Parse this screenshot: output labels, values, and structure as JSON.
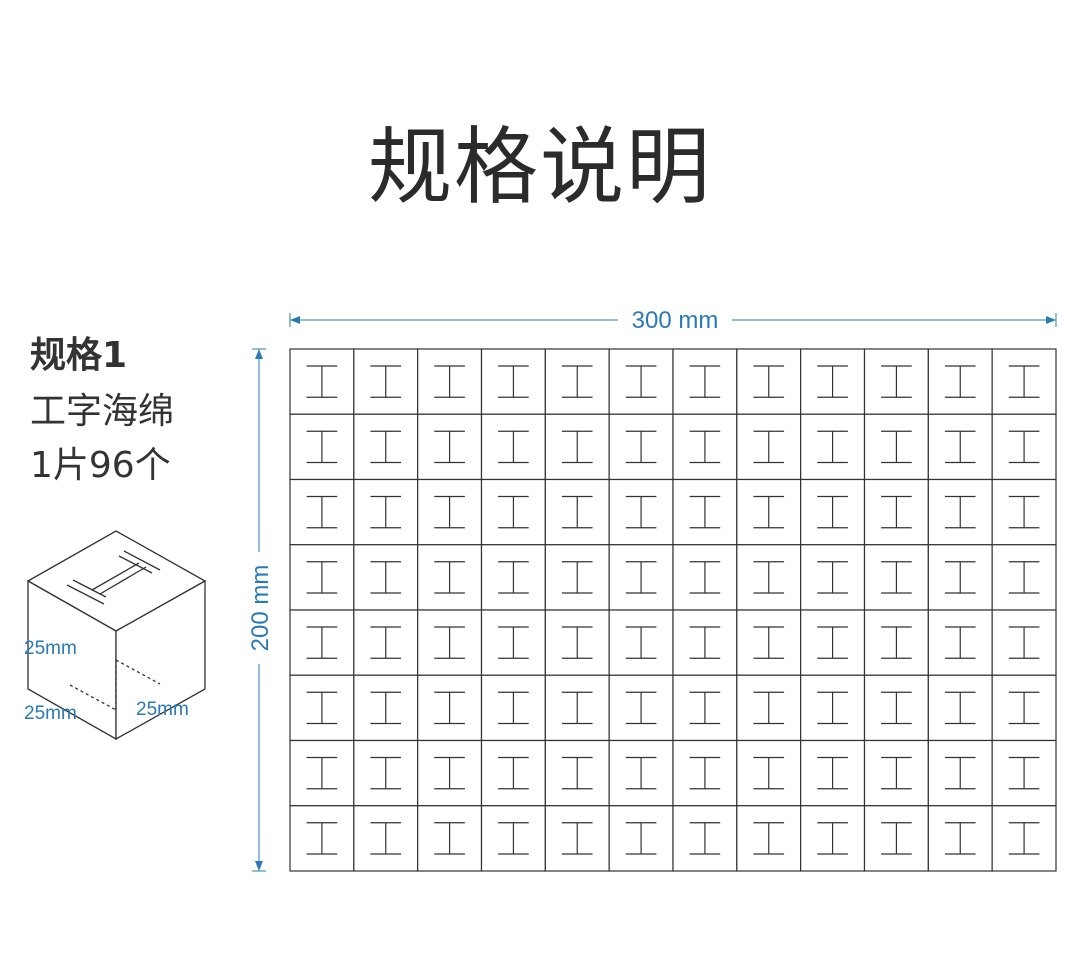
{
  "title": "规格说明",
  "spec": {
    "name": "规格1",
    "description": "工字海绵",
    "count": "1片96个"
  },
  "cube": {
    "label_height": "25mm",
    "label_depth": "25mm",
    "label_width": "25mm",
    "top_mark": "工"
  },
  "sheet": {
    "width_label": "300 mm",
    "height_label": "200 mm",
    "columns": 12,
    "rows": 8,
    "cell_mark": "工"
  },
  "colors": {
    "dimension": "#2a7ab8",
    "line": "#333333"
  }
}
